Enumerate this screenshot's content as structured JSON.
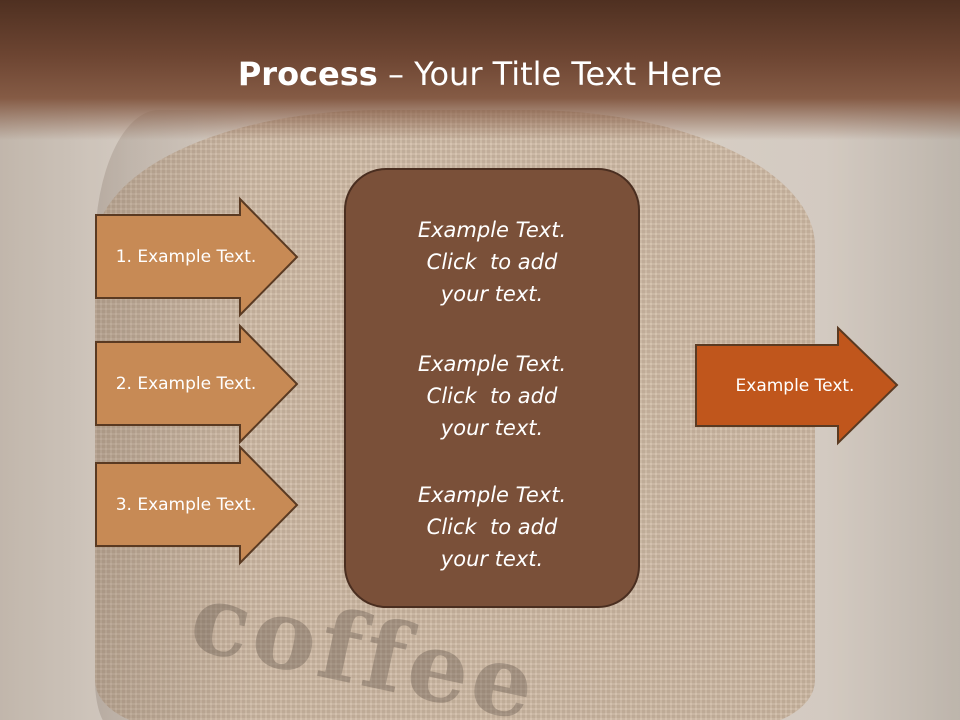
{
  "slide": {
    "title_bold": "Process",
    "title_rest": " – Your Title Text Here",
    "background_stamp": "coffee",
    "left_steps": [
      {
        "label": "1. Example Text."
      },
      {
        "label": "2. Example Text."
      },
      {
        "label": "3. Example Text."
      }
    ],
    "center_paragraphs": [
      {
        "text": "Example Text.\nClick  to add\nyour text."
      },
      {
        "text": "Example Text.\nClick  to add\nyour text."
      },
      {
        "text": "Example Text.\nClick  to add\nyour text."
      }
    ],
    "result": {
      "label": "Example Text."
    }
  },
  "colors": {
    "header_dark": "#4f3021",
    "step_fill": "#c78a55",
    "step_stroke": "#5a3a22",
    "box_fill": "#7a5039",
    "result_fill": "#c0561c"
  }
}
